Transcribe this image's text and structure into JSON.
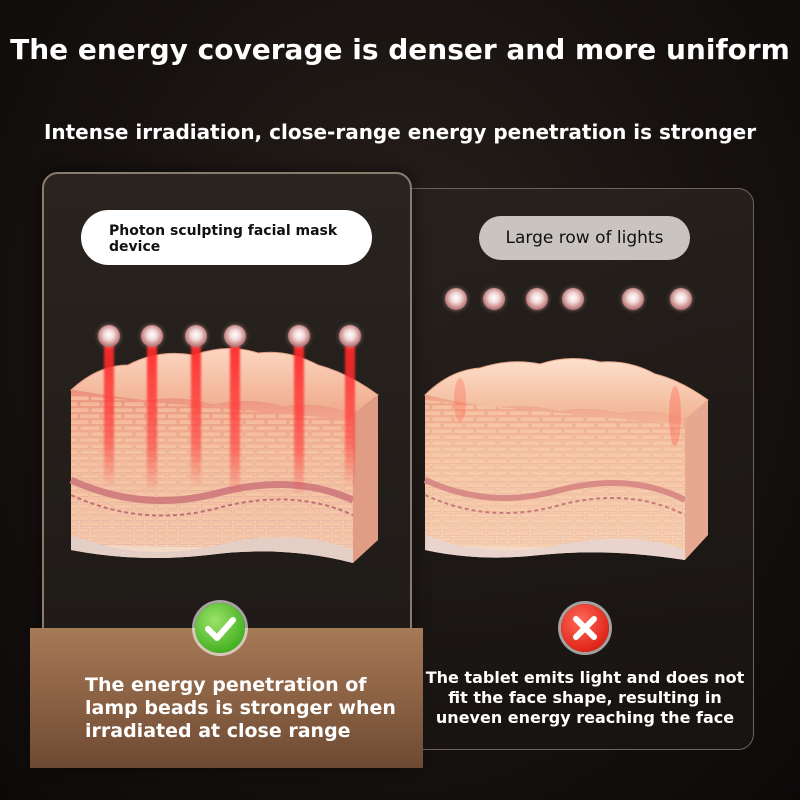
{
  "header": {
    "title": "The energy coverage is denser and more uniform",
    "subtitle": "Intense irradiation, close-range energy penetration is stronger"
  },
  "left_panel": {
    "label": "Photon sculpting facial mask device",
    "verdict_icon": "check-icon",
    "caption": "The energy penetration of lamp beads is stronger when irradiated at close range"
  },
  "right_panel": {
    "label": "Large row of lights",
    "verdict_icon": "cross-icon",
    "caption": "The tablet emits light and does not fit the face shape, resulting in uneven energy reaching the face"
  },
  "colors": {
    "background": "#171210",
    "check_green": "#48b325",
    "cross_red": "#e0261a",
    "beam_red": "#ff2828",
    "caption_box": "#8e6446"
  }
}
